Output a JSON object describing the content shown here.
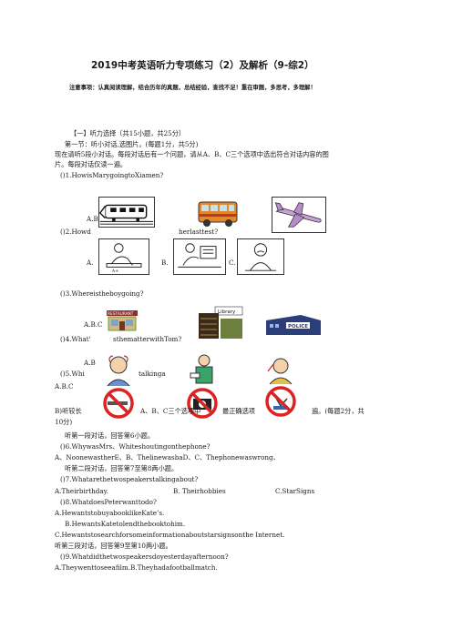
{
  "title": "2019中考英语听力专项练习（2）及解析（9-综2）",
  "notice": "注意事项：认真阅读理解，结合历年的真题，总结经验，查找不足！重在审题，多思考，多理解！",
  "section1_header": "【一】听力选择〔共15小题，共25分〕",
  "part1_header": "第一节：听小对话,选图片。(每题1分，共5分)",
  "part1_instr_1": "现在请听5段小对话。每段对话后有一个问题，请从A、B、C三个选项中选出符合对话内容的图",
  "part1_instr_2": "片。每段对话仅读一遍。",
  "q1": "()1.HowisMarygoingtoXiamen?",
  "q1_opts": "A.B.",
  "q2": "()2.Howd",
  "q2_tail": "herlasttest?",
  "q2_a": "A.",
  "q2_b": "B.",
  "q2_c": "C.",
  "q3": "()3.Whereistheboygoing?",
  "q3_opts": "A.B.C",
  "q3_library": "Library",
  "q3_restaurant": "RESTAURANT",
  "q3_police": "POLICE",
  "q4": "()4.What'",
  "q4_tail": "sthematterwithTom?",
  "q4_opts": "A.B",
  "q5": "()5.Whi",
  "q5_tail": "talkinga",
  "q5_opts": "A.B.C",
  "part2_prefix": "B)听较长",
  "part2_mid": "A、B、C三个选项中",
  "part2_mid2": "最正确选项",
  "part2_tail": "遍。(每题2分，共",
  "part2_line2": "10分)",
  "p1_note": "听第一段对话，回答第6小题。",
  "q6": "()6.WhywasMrs、Whiteshoutingonthephone?",
  "q6_opts": "A、NoonewastherE、B、ThelinewasbaD、C、Thephonewaswrong、",
  "p2_note": "听第二段对话，回答第7至第8两小题。",
  "q7": "()7.Whatarethetwospeakerstalkingabout?",
  "q7_a": "A.Theirbirthday.",
  "q7_b": "B.   Theirhobbies",
  "q7_c": "C.StarSigns",
  "q8": "()8.WhatdoesPeterwanttodo?",
  "q8_a": "A.HewantstobuyabooklikeKate’s.",
  "q8_b": "B.HewantsKatetolendthebooktohim.",
  "q8_c": "C.Hewantstosearchforsomeinformationaboutstarsignsonthe Internet.",
  "p3_note": "听第三段对话，回答第9至第10两小题。",
  "q9": "()9.Whatdidthetwospeakersdoyesterdayafternoon?",
  "q9_opts": "A.Theywenttoseeafilm.B.Theyhadafootballmatch."
}
